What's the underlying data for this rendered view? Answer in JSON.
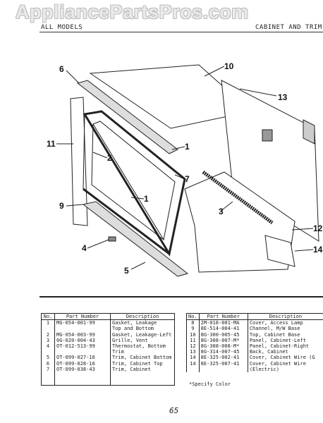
{
  "watermark": "AppliancePartsPros.com",
  "header": {
    "left": "ALL MODELS",
    "right": "CABINET AND TRIM"
  },
  "callouts": [
    "10",
    "6",
    "13",
    "11",
    "1",
    "2",
    "7",
    "9",
    "1",
    "3",
    "12",
    "4",
    "5",
    "14"
  ],
  "table_left": {
    "headers": {
      "no": "No.",
      "part": "Part Number",
      "desc": "Description"
    },
    "rows": [
      {
        "no": "1",
        "part": "MG-054-001-99",
        "desc": "Gasket, Leakage"
      },
      {
        "no": "",
        "part": "",
        "desc": "Top and Bottom"
      },
      {
        "no": "2",
        "part": "MG-054-003-99",
        "desc": "Gasket, Leakage-Left"
      },
      {
        "no": "3",
        "part": "0G-020-004-43",
        "desc": "Grille, Vent"
      },
      {
        "no": "4",
        "part": "OT-012-513-99",
        "desc": "Thermostat, Bottom"
      },
      {
        "no": "",
        "part": "",
        "desc": "Trim"
      },
      {
        "no": "5",
        "part": "OT-099-027-16",
        "desc": "Trim, Cabinet Bottom"
      },
      {
        "no": "6",
        "part": "OT-099-028-16",
        "desc": "Trim, Cabinet Top"
      },
      {
        "no": "7",
        "part": "OT-099-038-43",
        "desc": "Trim, Cabinet"
      }
    ]
  },
  "table_right": {
    "headers": {
      "no": "No.",
      "part": "Part Number",
      "desc": "Description"
    },
    "rows": [
      {
        "no": "8",
        "part": "2M-018-001-MA",
        "desc": "Cover, Access Lamp"
      },
      {
        "no": "9",
        "part": "8E-514-004-41",
        "desc": "Channel, M/W Base"
      },
      {
        "no": "10",
        "part": "8G-300-005-45",
        "desc": "Top, Cabinet Base"
      },
      {
        "no": "11",
        "part": "8G-308-007-M*",
        "desc": "Panel, Cabinet-Left"
      },
      {
        "no": "12",
        "part": "8G-308-008-M*",
        "desc": "Panel, Cabinet-Right"
      },
      {
        "no": "13",
        "part": "8G-314-007-45",
        "desc": "Back, Cabinet"
      },
      {
        "no": "14",
        "part": "8E-325-002-41",
        "desc": "Cover, Cabinet Wire (G"
      },
      {
        "no": "14",
        "part": "8E-325-007-41",
        "desc": "Cover, Cabinet Wire"
      },
      {
        "no": "",
        "part": "",
        "desc": "(Electric)"
      }
    ]
  },
  "note": "*Specify Color",
  "page_number": "65"
}
